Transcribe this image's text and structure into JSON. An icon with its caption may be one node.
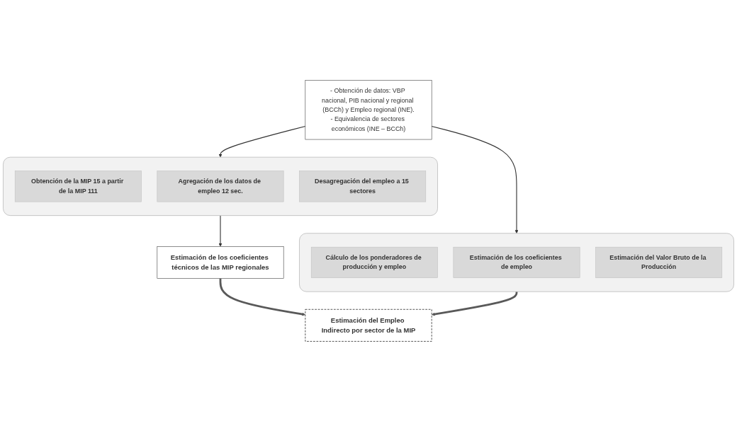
{
  "diagram": {
    "nodes": [
      {
        "text": [
          "- Obtención de datos: VBP nacional, PIB nacional y regional (BCCh) y Empleo regional (INE).",
          "- Equivalencia de sectores económicos (INE – BCCh)"
        ]
      },
      {
        "text": [],
        "shape": "box"
      },
      {
        "text": [
          "Obtención de la MIP 15 a partir de la MIP 111"
        ],
        "in": 1
      },
      {
        "text": [
          "Agregación de los datos de empleo 12 sec."
        ],
        "in": 1
      },
      {
        "text": [
          "Desagregación del empleo a 15 sectores"
        ],
        "in": 1
      },
      {
        "text": [],
        "shape": "box"
      },
      {
        "text": [
          "Cálculo de los ponderadores de producción y empleo"
        ],
        "in": 5
      },
      {
        "text": [
          "Estimación de los coeficientes de empleo"
        ],
        "in": 5
      },
      {
        "text": [
          "Estimación del Valor Bruto de la Producción"
        ],
        "in": 5
      },
      {
        "text": [
          "Estimación de los coeficientes técnicos de las MIP regionales"
        ]
      },
      {
        "text": [
          "Estimación del Empleo Indirecto por sector de la MIP"
        ]
      }
    ],
    "edges": [
      {
        "from": 0,
        "to": 1,
        "arrow": "to"
      },
      {
        "from": 0,
        "to": 5,
        "arrow": "to"
      },
      {
        "from": 1,
        "to": 9,
        "arrow": "to"
      },
      {
        "from": 5,
        "to": 10,
        "arrow": "to",
        "style": "thick",
        "color": "#595959"
      },
      {
        "from": 9,
        "to": 10,
        "arrow": "to",
        "style": "thick",
        "color": "#595959"
      }
    ]
  }
}
